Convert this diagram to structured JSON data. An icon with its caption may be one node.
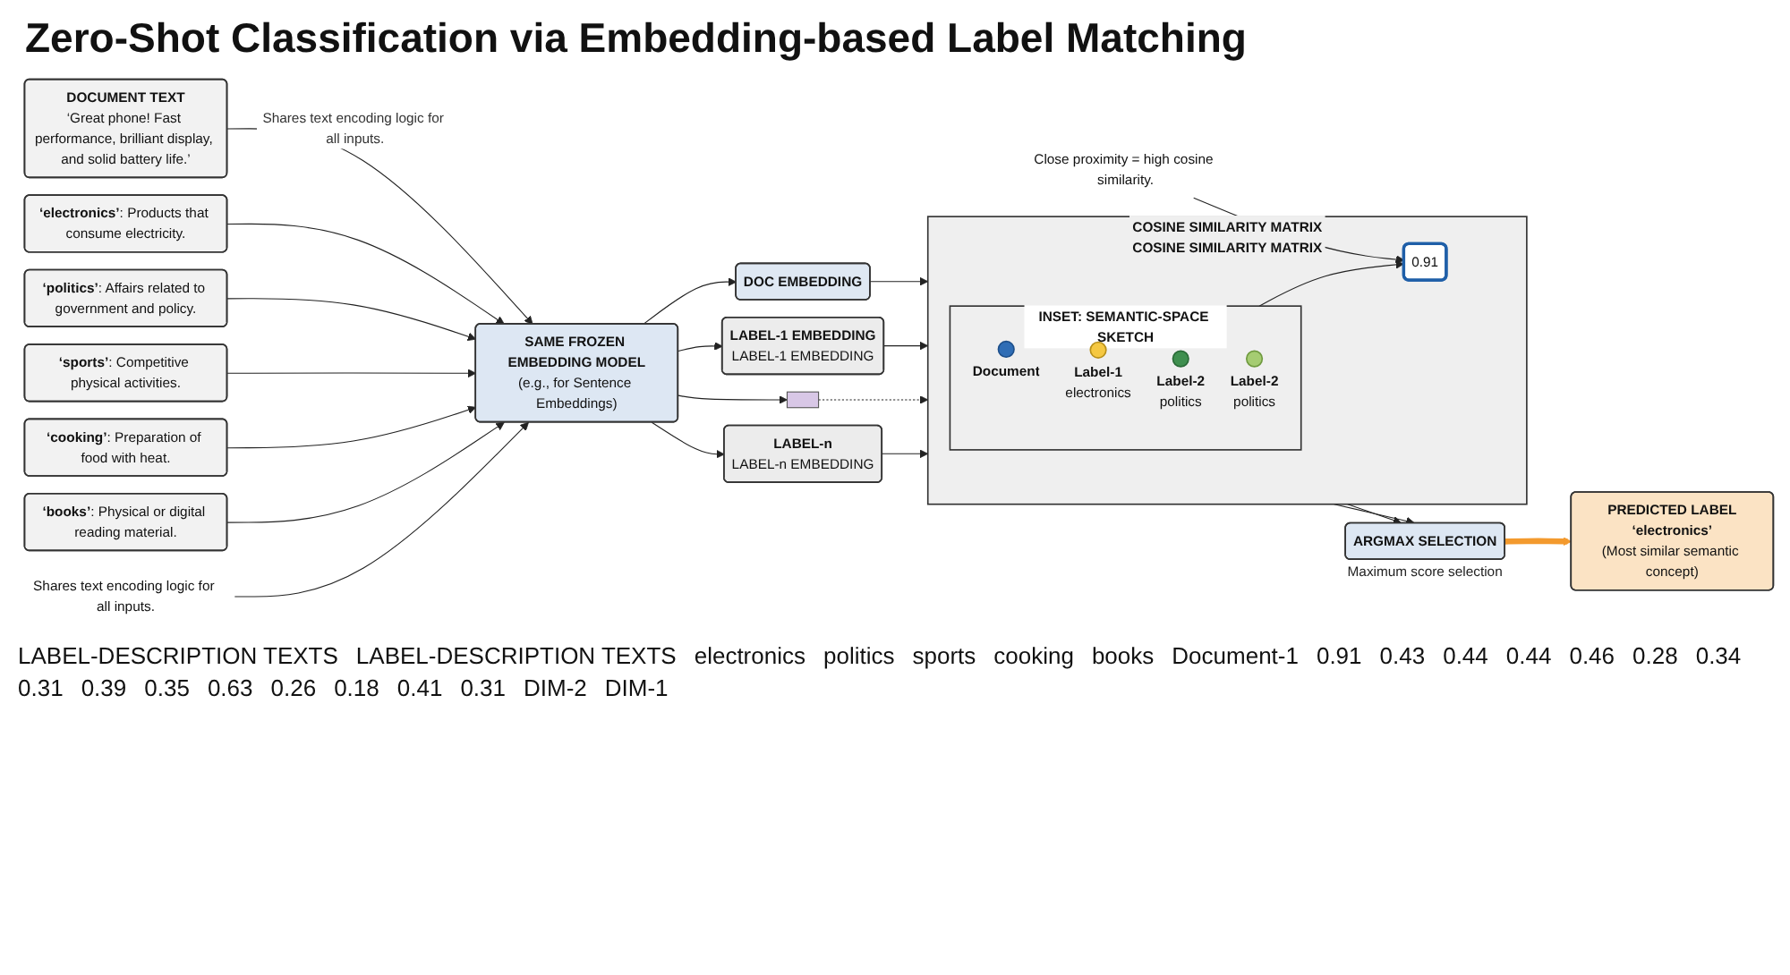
{
  "diagram": {
    "title": "Zero-Shot Classification via Embedding-based Label Matching",
    "nodes": [
      {
        "text": [
          "DOCUMENT TEXT",
          "‘Great phone! Fast performance, brilliant display, and solid battery life.’"
        ]
      },
      {
        "text": [
          "**‘electronics’**: Products that consume electricity."
        ]
      },
      {
        "text": [
          "**‘politics’**: Affairs related to government and policy."
        ]
      },
      {
        "text": [
          "**‘sports’**: Competitive physical activities."
        ]
      },
      {
        "text": [
          "**‘cooking’**: Preparation of food with heat."
        ]
      },
      {
        "text": [
          "**‘books’**: Physical or digital reading material."
        ]
      },
      {
        "text": [
          "SAME FROZEN EMBEDDING MODEL",
          "(e.g., for Sentence Embeddings)"
        ]
      },
      {
        "text": [
          "Shares text encoding logic for all inputs."
        ]
      },
      {
        "text": [
          "DOC EMBEDDING"
        ]
      },
      {
        "text": [
          "LABEL-1 EMBEDDING",
          "LABEL-1 EMBEDDING"
        ]
      },
      {
        "text": [],
        "shape": "bar"
      },
      {
        "text": [
          "LABEL-n",
          "LABEL-n EMBEDDING"
        ]
      },
      {
        "text": [
          "COSINE SIMILARITY MATRIX",
          "COSINE SIMILARITY MATRIX"
        ]
      },
      {
        "text": [
          "0.91"
        ],
        "in": 12
      },
      {
        "text": [
          "INSET: SEMANTIC-SPACE SKETCH"
        ],
        "in": 12
      },
      {
        "text": [],
        "shape": "circle",
        "in": 14,
        "beside": [
          "Document"
        ]
      },
      {
        "text": [],
        "shape": "circle",
        "in": 14,
        "beside": [
          "Label-1",
          "electronics"
        ]
      },
      {
        "text": [],
        "shape": "circle",
        "in": 14,
        "beside": [
          "Label-2",
          "politics"
        ]
      },
      {
        "text": [],
        "shape": "circle",
        "in": 14,
        "beside": [
          "Label-2",
          "politics"
        ]
      },
      {
        "text": [
          "Close proximity = high cosine similarity."
        ]
      },
      {
        "text": [
          "ARGMAX SELECTION"
        ],
        "beside": [
          "Maximum score selection"
        ]
      },
      {
        "text": [
          "PREDICTED LABEL",
          "‘electronics’",
          "(Most similar semantic concept)"
        ]
      }
    ],
    "edges": [
      {
        "from": 0,
        "to": 6,
        "arrow": "to",
        "label": "Shares text encoding logic for all inputs."
      },
      {
        "from": 1,
        "to": 6,
        "arrow": "to"
      },
      {
        "from": 2,
        "to": 6,
        "arrow": "to"
      },
      {
        "from": 3,
        "to": 6,
        "arrow": "to"
      },
      {
        "from": 4,
        "to": 6,
        "arrow": "to"
      },
      {
        "from": 5,
        "to": 6,
        "arrow": "to"
      },
      {
        "from": 7,
        "to": 6,
        "arrow": "to"
      },
      {
        "from": 6,
        "to": 8,
        "arrow": "to"
      },
      {
        "from": 6,
        "to": 9,
        "arrow": "to"
      },
      {
        "from": 6,
        "to": 10,
        "arrow": "to"
      },
      {
        "from": 6,
        "to": 11,
        "arrow": "to"
      },
      {
        "from": 8,
        "to": 12,
        "arrow": "to"
      },
      {
        "from": 9,
        "to": 12,
        "arrow": "to"
      },
      {
        "from": 10,
        "to": 12,
        "arrow": "to",
        "style": "dashed"
      },
      {
        "from": 11,
        "to": 12,
        "arrow": "to"
      },
      {
        "from": 14,
        "to": 13,
        "arrow": "to"
      },
      {
        "from": 19,
        "to": 13,
        "arrow": "to"
      },
      {
        "from": 12,
        "to": 20,
        "arrow": "to"
      },
      {
        "from": 12,
        "to": 20,
        "arrow": "to"
      },
      {
        "from": 20,
        "to": 21,
        "arrow": "to",
        "style": "thick",
        "color": "#f39a2e"
      }
    ],
    "labels": [
      "LABEL-DESCRIPTION TEXTS",
      "LABEL-DESCRIPTION TEXTS",
      "electronics",
      "politics",
      "sports",
      "cooking",
      "books",
      "Document-1",
      "0.91",
      "0.43",
      "0.44",
      "0.44",
      "0.46",
      "0.28",
      "0.34",
      "0.31",
      "0.39",
      "0.35",
      "0.63",
      "0.26",
      "0.18",
      "0.41",
      "0.31",
      "DIM-2",
      "DIM-1"
    ]
  }
}
